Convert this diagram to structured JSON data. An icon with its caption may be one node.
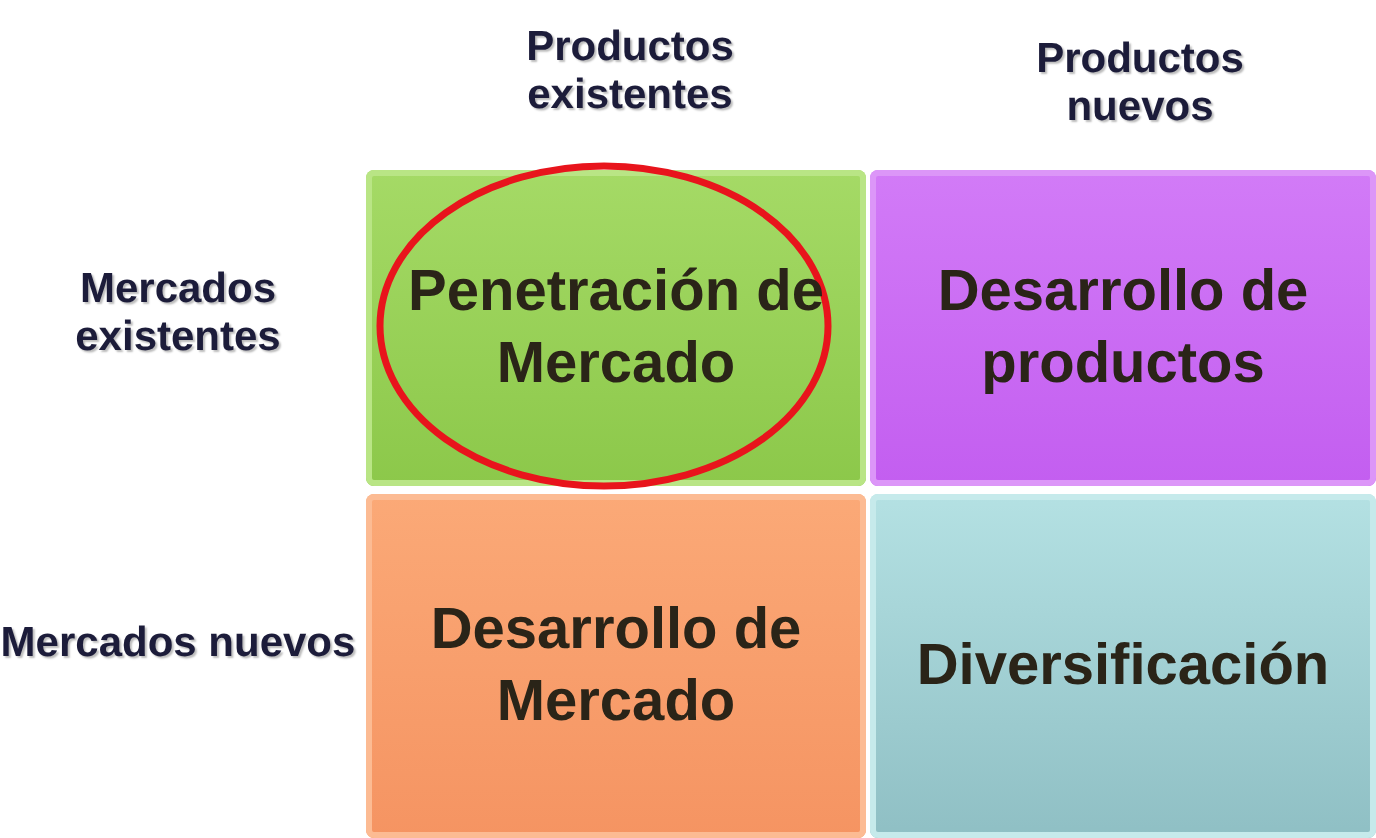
{
  "diagram": {
    "nodes": [
      {
        "text": [
          "Penetración de Mercado"
        ]
      },
      {
        "text": [
          "Desarrollo de productos"
        ]
      },
      {
        "text": [
          "Desarrollo de Mercado"
        ]
      },
      {
        "text": [
          "Diversificación"
        ]
      }
    ],
    "labels": [
      "Productos existentes",
      "Productos nuevos",
      "Mercados existentes",
      "Mercados nuevos"
    ]
  }
}
